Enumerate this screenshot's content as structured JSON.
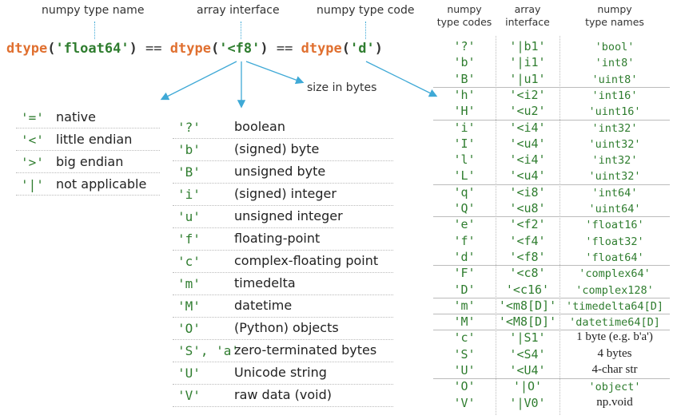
{
  "labels": {
    "type_name": "numpy type name",
    "array_interface": "array interface",
    "type_code": "numpy type code",
    "size_in_bytes": "size in bytes"
  },
  "expression": {
    "fn": "dtype",
    "open": "(",
    "close": ")",
    "eq": " == ",
    "arg1": "'float64'",
    "arg2": "'<f8'",
    "arg3": "'d'"
  },
  "byte_order": [
    {
      "code": "'='",
      "desc": "native"
    },
    {
      "code": "'<'",
      "desc": "little endian"
    },
    {
      "code": "'>'",
      "desc": "big endian"
    },
    {
      "code": "'|'",
      "desc": "not applicable"
    }
  ],
  "kinds": [
    {
      "code": "'?'",
      "desc": "boolean"
    },
    {
      "code": "'b'",
      "desc": "(signed) byte"
    },
    {
      "code": "'B'",
      "desc": "unsigned byte"
    },
    {
      "code": "'i'",
      "desc": "(signed) integer"
    },
    {
      "code": "'u'",
      "desc": "unsigned integer"
    },
    {
      "code": "'f'",
      "desc": "floating-point"
    },
    {
      "code": "'c'",
      "desc": "complex-floating point"
    },
    {
      "code": "'m'",
      "desc": "timedelta"
    },
    {
      "code": "'M'",
      "desc": "datetime"
    },
    {
      "code": "'O'",
      "desc": "(Python) objects"
    },
    {
      "code": "'S', 'a'",
      "desc": "zero-terminated bytes"
    },
    {
      "code": "'U'",
      "desc": "Unicode string"
    },
    {
      "code": "'V'",
      "desc": "raw data (void)"
    }
  ],
  "table": {
    "headers": [
      "numpy\ntype codes",
      "array\ninterface",
      "numpy\ntype names"
    ],
    "rows": [
      {
        "code": "'?'",
        "iface": "'|b1'",
        "name": "'bool'",
        "text": false
      },
      {
        "code": "'b'",
        "iface": "'|i1'",
        "name": "'int8'",
        "text": false
      },
      {
        "code": "'B'",
        "iface": "'|u1'",
        "name": "'uint8'",
        "text": false
      },
      {
        "code": "'h'",
        "iface": "'<i2'",
        "name": "'int16'",
        "text": false
      },
      {
        "code": "'H'",
        "iface": "'<u2'",
        "name": "'uint16'",
        "text": false
      },
      {
        "code": "'i'",
        "iface": "'<i4'",
        "name": "'int32'",
        "text": false
      },
      {
        "code": "'I'",
        "iface": "'<u4'",
        "name": "'uint32'",
        "text": false
      },
      {
        "code": "'l'",
        "iface": "'<i4'",
        "name": "'int32'",
        "text": false
      },
      {
        "code": "'L'",
        "iface": "'<u4'",
        "name": "'uint32'",
        "text": false
      },
      {
        "code": "'q'",
        "iface": "'<i8'",
        "name": "'int64'",
        "text": false
      },
      {
        "code": "'Q'",
        "iface": "'<u8'",
        "name": "'uint64'",
        "text": false
      },
      {
        "code": "'e'",
        "iface": "'<f2'",
        "name": "'float16'",
        "text": false
      },
      {
        "code": "'f'",
        "iface": "'<f4'",
        "name": "'float32'",
        "text": false
      },
      {
        "code": "'d'",
        "iface": "'<f8'",
        "name": "'float64'",
        "text": false
      },
      {
        "code": "'F'",
        "iface": "'<c8'",
        "name": "'complex64'",
        "text": false
      },
      {
        "code": "'D'",
        "iface": "'<c16'",
        "name": "'complex128'",
        "text": false
      },
      {
        "code": "'m'",
        "iface": "'<m8[D]'",
        "name": "'timedelta64[D]",
        "text": false
      },
      {
        "code": "'M'",
        "iface": "'<M8[D]'",
        "name": "'datetime64[D]",
        "text": false
      },
      {
        "code": "'c'",
        "iface": "'|S1'",
        "name": "1 byte (e.g. b'a')",
        "text": true
      },
      {
        "code": "'S'",
        "iface": "'<S4'",
        "name": "4 bytes",
        "text": true
      },
      {
        "code": "'U'",
        "iface": "'<U4'",
        "name": "4-char str",
        "text": true
      },
      {
        "code": "'O'",
        "iface": "'|O'",
        "name": "'object'",
        "text": false
      },
      {
        "code": "'V'",
        "iface": "'|V0'",
        "name": "np.void",
        "text": true
      }
    ]
  },
  "colors": {
    "function": "#e07030",
    "string": "#2f7d2f",
    "arrow": "#3fa9d6"
  }
}
